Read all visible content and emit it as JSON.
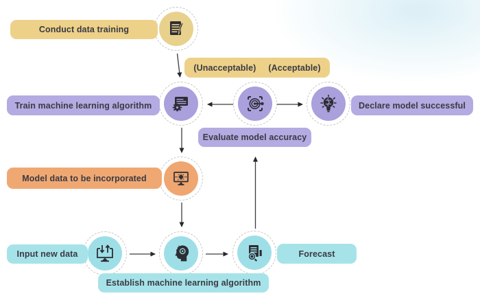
{
  "diagram": {
    "type": "flowchart",
    "topic": "machine learning model training workflow"
  },
  "labels": {
    "conduct": "Conduct data training",
    "unacceptable": "(Unacceptable)",
    "acceptable": "(Acceptable)",
    "train": "Train machine learning algorithm",
    "evaluate": "Evaluate model accuracy",
    "declare": "Declare model successful",
    "model_data": "Model data to be incorporated",
    "input": "Input new data",
    "forecast": "Forecast",
    "establish": "Establish machine learning algorithm"
  },
  "icons": {
    "conduct": "notepad-pencil-icon",
    "train": "presentation-gear-icon",
    "evaluate": "target-focus-icon",
    "declare": "brain-bulb-icon",
    "model_data": "monitor-gear-icon",
    "input": "data-transfer-monitor-icon",
    "establish": "head-gear-icon",
    "forecast": "document-magnifier-icon"
  },
  "colors": {
    "yellow_label": "#edd189",
    "yellow_circle": "#e8d18c",
    "purple_label": "#b4abe2",
    "purple_circle": "#a9a0dc",
    "orange_label": "#f0a873",
    "orange_circle": "#efa671",
    "cyan_label": "#a6e3e9",
    "cyan_circle": "#9edfe7",
    "text": "#3a3a42",
    "arrow": "#33333a",
    "ring_dash": "#c7c7c7",
    "icon": "#2d2d34",
    "corner_wash": "#bde2ee"
  },
  "edges": [
    {
      "from": "conduct-node",
      "to": "train-node",
      "direction": "down"
    },
    {
      "from": "evaluate-node",
      "to": "train-node",
      "direction": "left",
      "meaning": "unacceptable"
    },
    {
      "from": "evaluate-node",
      "to": "declare-node",
      "direction": "right",
      "meaning": "acceptable"
    },
    {
      "from": "train-node",
      "to": "model-data-node",
      "direction": "down"
    },
    {
      "from": "model-data-node",
      "to": "establish-node",
      "direction": "down"
    },
    {
      "from": "input-node",
      "to": "establish-node",
      "direction": "right"
    },
    {
      "from": "establish-node",
      "to": "forecast-node",
      "direction": "right"
    },
    {
      "from": "forecast-node",
      "to": "evaluate-label",
      "direction": "up"
    }
  ]
}
